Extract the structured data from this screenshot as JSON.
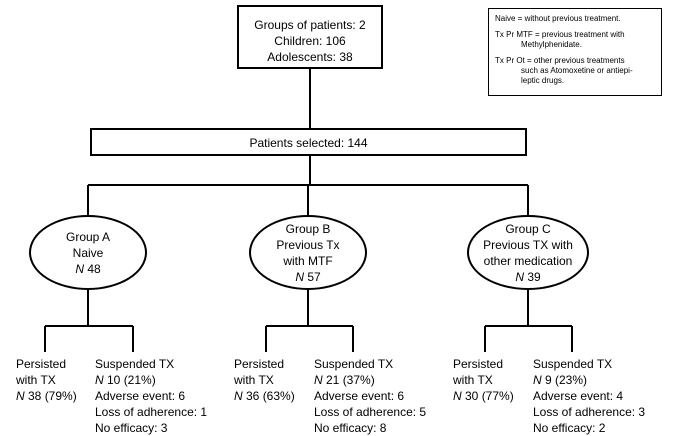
{
  "top_box": {
    "line1": "Groups of patients: 2",
    "line2": "Children: 106",
    "line3": "Adolescents: 38"
  },
  "legend": {
    "line1": "Naive = without previous treatment.",
    "line2": "Tx Pr MTF = previous treatment with",
    "line3": "Methylphenidate.",
    "line4": "Tx Pr Ot = other previous treatments",
    "line5": "such as Atomoxetine or antiepi-",
    "line6": "leptic drugs."
  },
  "selected_box": {
    "text": "Patients selected: 144"
  },
  "groups": [
    {
      "line1": "Group A",
      "line2": "Naive",
      "line3": "",
      "n_label": "N",
      "n_value": " 48",
      "persisted": {
        "line1": "Persisted",
        "line2": "with TX",
        "n_label": "N",
        "n_value": " 38 (79%)"
      },
      "suspended": {
        "line1": "Suspended TX",
        "n_label": "N",
        "n_value": " 10 (21%)",
        "adverse": "Adverse event: 6",
        "adherence": "Loss of adherence: 1",
        "efficacy": "No efficacy: 3"
      }
    },
    {
      "line1": "Group B",
      "line2": "Previous Tx",
      "line3": "with MTF",
      "n_label": "N",
      "n_value": " 57",
      "persisted": {
        "line1": "Persisted",
        "line2": "with TX",
        "n_label": "N",
        "n_value": " 36 (63%)"
      },
      "suspended": {
        "line1": "Suspended TX",
        "n_label": "N",
        "n_value": " 21 (37%)",
        "adverse": "Adverse event: 6",
        "adherence": "Loss of adherence: 5",
        "efficacy": "No efficacy: 8"
      }
    },
    {
      "line1": "Group C",
      "line2": "Previous TX with",
      "line3": "other medication",
      "n_label": "N",
      "n_value": " 39",
      "persisted": {
        "line1": "Persisted",
        "line2": "with TX",
        "n_label": "N",
        "n_value": " 30 (77%)"
      },
      "suspended": {
        "line1": "Suspended TX",
        "n_label": "N",
        "n_value": " 9 (23%)",
        "adverse": "Adverse event: 4",
        "adherence": "Loss of adherence: 3",
        "efficacy": "No efficacy: 2"
      }
    }
  ]
}
